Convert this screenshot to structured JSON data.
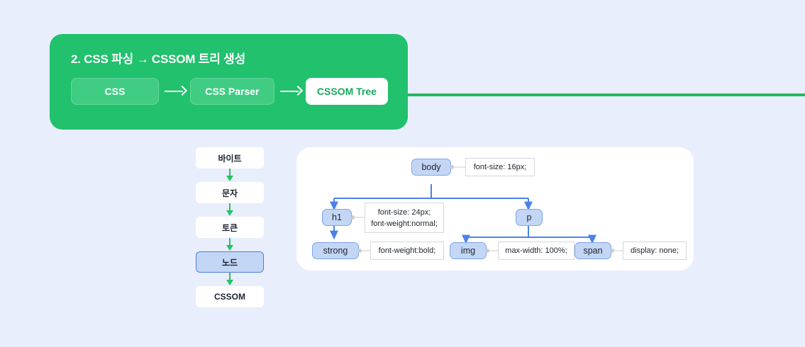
{
  "background_color": "#e9eefc",
  "banner": {
    "accent_color": "#21c16d",
    "title": "2. CSS 파싱 → CSSOM 트리 생성",
    "steps": [
      {
        "label": "CSS",
        "style": "soft"
      },
      {
        "label": "CSS Parser",
        "style": "soft"
      },
      {
        "label": "CSSOM Tree",
        "style": "white"
      }
    ],
    "arrow_icon": "arrow-right-icon"
  },
  "flow": {
    "arrow_color": "#22c55e",
    "highlight_color": "#c3d6f6",
    "steps": [
      {
        "label": "바이트",
        "highlighted": false
      },
      {
        "label": "문자",
        "highlighted": false
      },
      {
        "label": "토큰",
        "highlighted": false
      },
      {
        "label": "노드",
        "highlighted": true
      },
      {
        "label": "CSSOM",
        "highlighted": false
      }
    ]
  },
  "tree": {
    "node_color": "#c3d6f6",
    "edge_color": "#4b82e8",
    "nodes": [
      {
        "id": "body",
        "label": "body"
      },
      {
        "id": "h1",
        "label": "h1"
      },
      {
        "id": "strong",
        "label": "strong"
      },
      {
        "id": "p",
        "label": "p"
      },
      {
        "id": "img",
        "label": "img"
      },
      {
        "id": "span",
        "label": "span"
      }
    ],
    "properties": [
      {
        "for": "body",
        "lines": [
          "font-size: 16px;"
        ]
      },
      {
        "for": "h1",
        "lines": [
          "font-size: 24px;",
          "font-weight:normal;"
        ]
      },
      {
        "for": "strong",
        "lines": [
          "font-weight:bold;"
        ]
      },
      {
        "for": "img",
        "lines": [
          "max-width: 100%;"
        ]
      },
      {
        "for": "span",
        "lines": [
          "display: none;"
        ]
      }
    ]
  }
}
